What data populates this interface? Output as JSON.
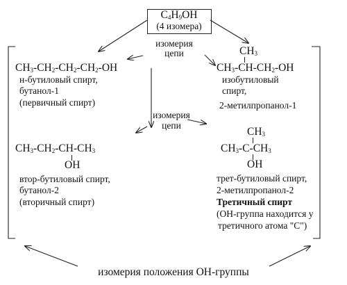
{
  "top": {
    "formula": [
      "C",
      "4",
      "H",
      "9",
      "OH"
    ],
    "count": "(4 изомера)"
  },
  "chain_isomerism_label_1": [
    "изомерия",
    "цепи"
  ],
  "chain_isomerism_label_2": [
    "изомерия",
    "цепи"
  ],
  "isomers": {
    "n_butanol": {
      "formula": [
        "CH",
        "3",
        "-CH",
        "2",
        "-CH",
        "2",
        "-CH",
        "2",
        "-OH"
      ],
      "name1": "н-бутиловый спирт,",
      "name2": "бутанол-1",
      "type": "(первичный спирт)"
    },
    "isobutanol": {
      "branch": [
        "CH",
        "3"
      ],
      "formula": [
        "CH",
        "3",
        "-CH-CH",
        "2",
        "-OH"
      ],
      "name1": "изобутиловый",
      "name2": "спирт,",
      "name3": "2-метилпропанол-1"
    },
    "sec_butanol": {
      "formula": [
        "CH",
        "3",
        "-CH",
        "2",
        "-CH-CH",
        "3"
      ],
      "oh": "OH",
      "name1": "втор-бутиловый спирт,",
      "name2": "бутанол-2",
      "type": "(вторичный спирт)"
    },
    "tert_butanol": {
      "branch": [
        "CH",
        "3"
      ],
      "formula": [
        "CH",
        "3",
        "-C-CH",
        "3"
      ],
      "oh": "OH",
      "name1": "трет-бутиловый спирт,",
      "name2": "2-метилпропанол-2",
      "type": "Третичный спирт",
      "note1": "(ОН-группа находится у",
      "note2": "третичного атома \"С\")"
    }
  },
  "position_isomerism_label": "изомерия положения ОН-группы"
}
